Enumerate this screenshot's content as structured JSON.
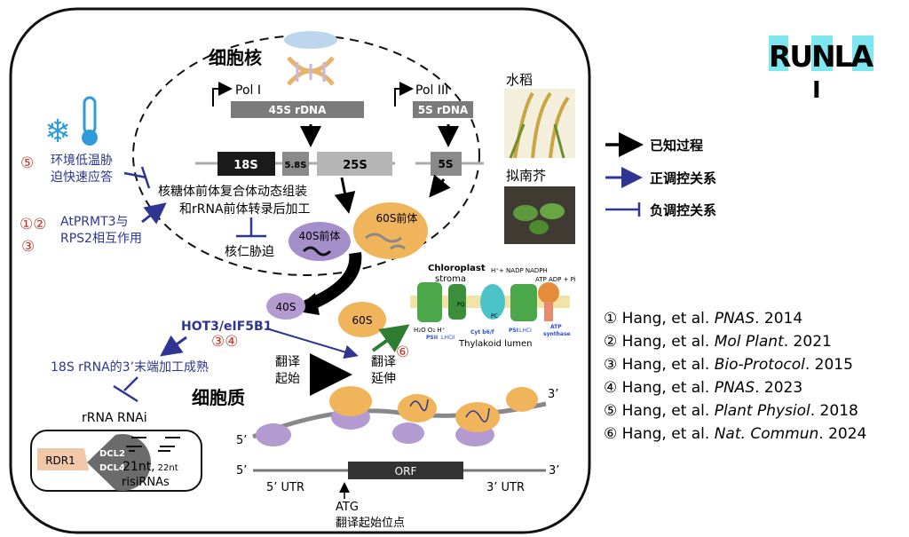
{
  "nucleus_label": "细胞核",
  "cytoplasm_label": "细胞质",
  "genes": {
    "pol1": "Pol I",
    "rdna45": "45S rDNA",
    "pol3": "Pol III",
    "rdna5": "5S rDNA",
    "s18": "18S",
    "s58": "5.8S",
    "s25": "25S",
    "s5": "5S"
  },
  "nucleus_text": {
    "assembly_1": "核糖体前体复合体动态组装",
    "assembly_2": "和rRNA前体转录后加工",
    "nucleolar_stress": "核仁胁迫",
    "pre40s": "40S前体",
    "pre60s": "60S前体"
  },
  "left": {
    "cold_1": "环境低温胁",
    "cold_2": "迫快速应答",
    "cold_ref": "⑤",
    "prmt_1": "AtPRMT3与",
    "prmt_2": "RPS2相互作用",
    "prmt_ref_a": "①②",
    "prmt_ref_b": "③"
  },
  "plants": {
    "rice": "水稻",
    "arabidopsis": "拟南芥"
  },
  "cytoplasm": {
    "s40": "40S",
    "s60": "60S",
    "hot3": "HOT3/eIF5B1",
    "hot3_ref": "③④",
    "processing": "18S rRNA的3’末端加工成熟",
    "rnai": "rRNA RNAi",
    "rdr1": "RDR1",
    "dcl2": "DCL2",
    "dcl4": "DCL4",
    "nt": "21nt,",
    "nt22": "22nt",
    "risi": "risiRNAs",
    "init_1": "翻译",
    "init_2": "起始",
    "elong_1": "翻译",
    "elong_2": "延伸",
    "photo_ref": "⑥"
  },
  "chloroplast": {
    "stroma_1": "Chloroplast",
    "stroma_2": "stroma",
    "lumen": "Thylakoid lumen",
    "psii": "PSII",
    "lhcii": "LHCII",
    "cyt": "Cyt b6/f",
    "psi": "PSI",
    "lhci": "LHCI",
    "atp": "ATP",
    "synthase": "synthase",
    "nadp": "H⁺+ NADP  NADPH",
    "atp_adp": "ATP   ADP + Pi",
    "h2o": "H₂O   O₂ H⁺",
    "pq": "PQ",
    "pc": "PC"
  },
  "mrna": {
    "five": "5’",
    "three": "3’",
    "orf": "ORF",
    "utr5": "5’ UTR",
    "utr3": "3’ UTR",
    "atg": "ATG",
    "start_site": "翻译起始位点"
  },
  "logo": {
    "text": "RUNLA",
    "sub": "I"
  },
  "legend": [
    {
      "label": "已知过程",
      "color": "#000000",
      "type": "arrow"
    },
    {
      "label": "正调控关系",
      "color": "#2e3592",
      "type": "arrow"
    },
    {
      "label": "负调控关系",
      "color": "#2e3592",
      "type": "inhibit"
    }
  ],
  "references": [
    {
      "num": "①",
      "pre": "Hang, et al. ",
      "journal": "PNAS",
      "year": ". 2014"
    },
    {
      "num": "②",
      "pre": "Hang, et al. ",
      "journal": "Mol Plant",
      "year": ". 2021"
    },
    {
      "num": "③",
      "pre": "Hang, et al. ",
      "journal": "Bio-Protocol",
      "year": ". 2015"
    },
    {
      "num": "④",
      "pre": "Hang, et al. ",
      "journal": "PNAS",
      "year": ". 2023"
    },
    {
      "num": "⑤",
      "pre": "Hang, et al. ",
      "journal": "Plant Physiol",
      "year": ". 2018"
    },
    {
      "num": "⑥",
      "pre": "Hang, et al. ",
      "journal": "Nat. Commun",
      "year": ". 2024"
    }
  ],
  "colors": {
    "blue": "#2e3592",
    "red": "#c0392b",
    "orange": "#f0b45a",
    "purple": "#b39ad0",
    "logo_bg": "#7ee6ee"
  }
}
